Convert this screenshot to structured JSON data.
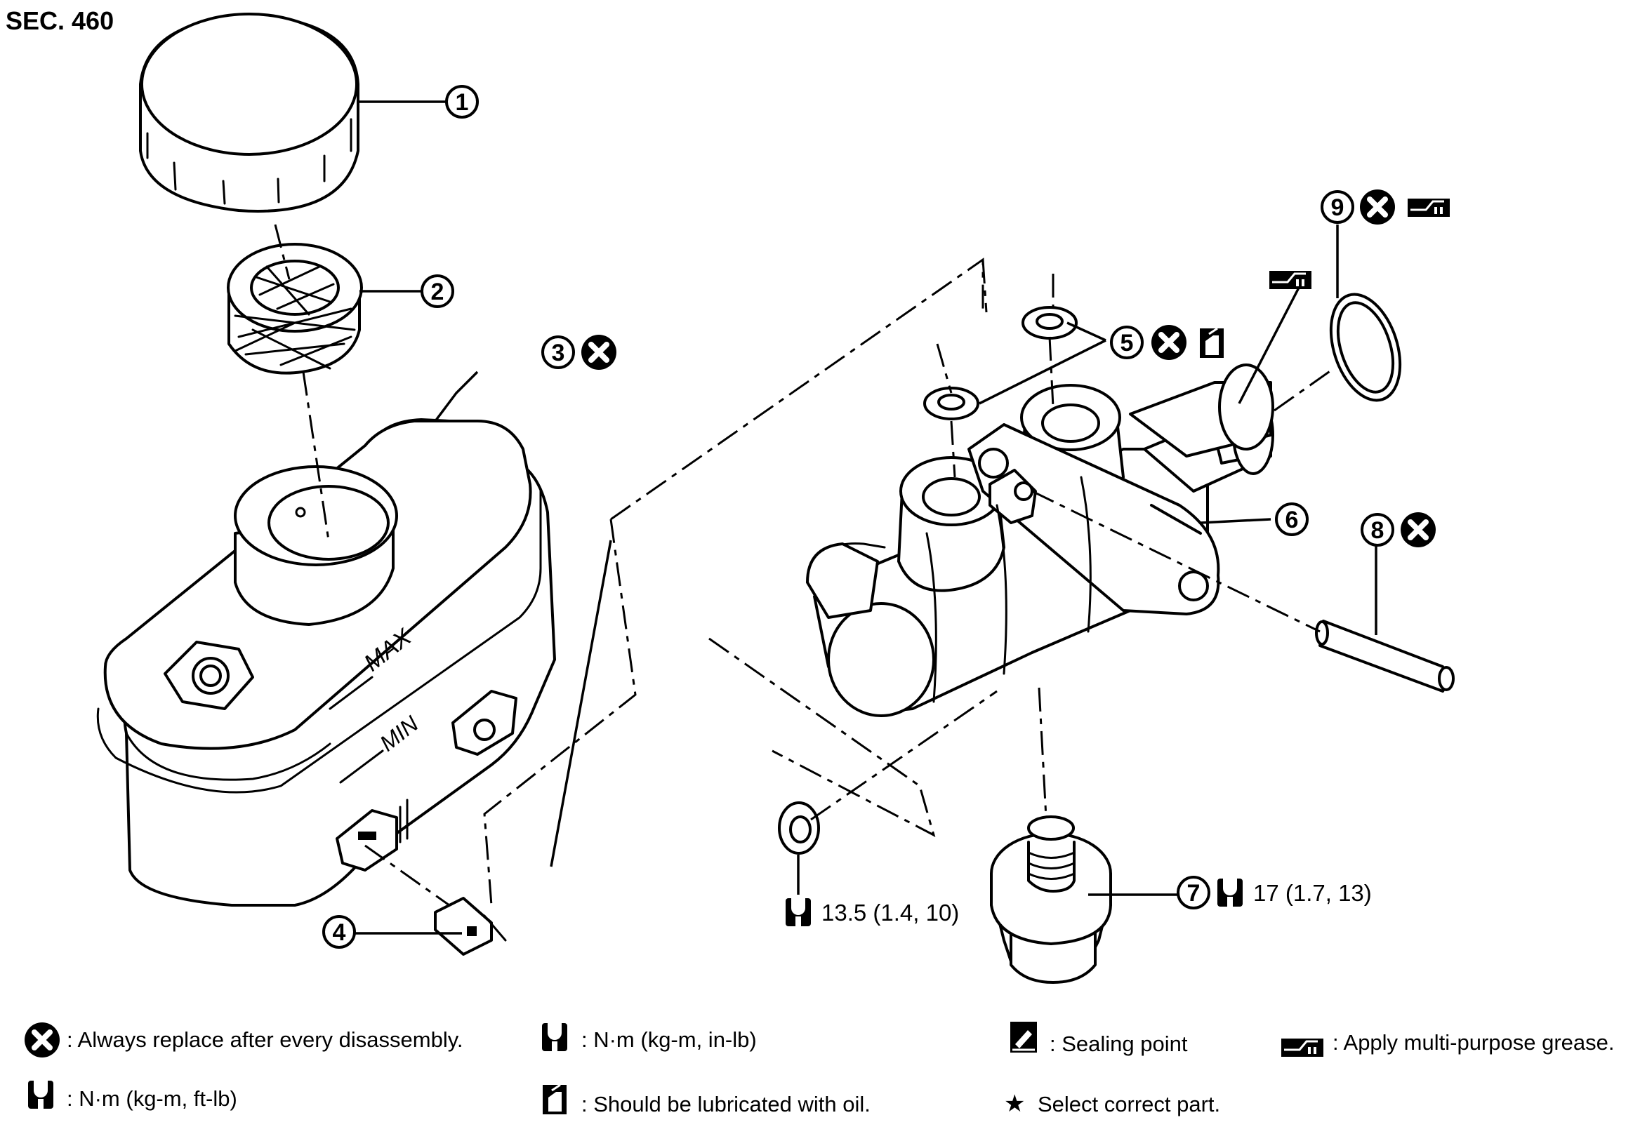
{
  "section": "SEC. 460",
  "callouts": {
    "c1": "1",
    "c2": "2",
    "c3": "3",
    "c4": "4",
    "c5": "5",
    "c6": "6",
    "c7": "7",
    "c8": "8",
    "c9": "9"
  },
  "torques": {
    "nut": "13.5 (1.4, 10)",
    "sensor": "17 (1.7, 13)"
  },
  "reservoir_marks": {
    "max": "MAX",
    "min": "MIN"
  },
  "legend": {
    "replace": ": Always replace after every disassembly.",
    "torque_in_lb": ": N·m (kg-m, in-lb)",
    "sealing": ": Sealing point",
    "grease": ": Apply multi-purpose grease.",
    "torque_ft_lb": ": N·m (kg-m, ft-lb)",
    "oil": ": Should be lubricated with oil.",
    "select": "Select correct part."
  },
  "icons": {
    "replace": "x-circle-icon",
    "torque": "wrench-torque-icon",
    "grease": "grease-applicator-icon",
    "oil": "oil-can-icon",
    "sealing": "sealant-tube-icon",
    "star": "star-icon"
  }
}
